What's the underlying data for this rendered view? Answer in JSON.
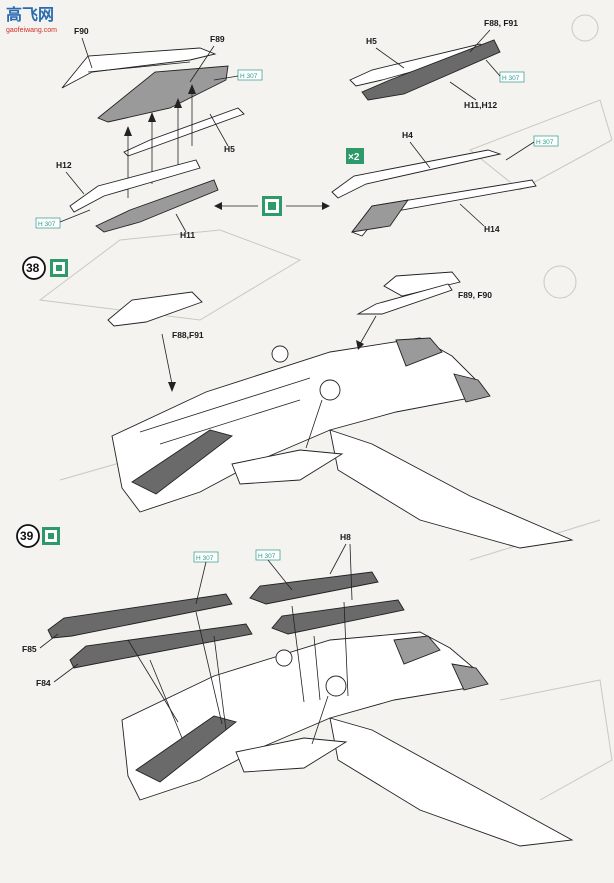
{
  "watermark": {
    "cn": "高飞网",
    "url": "gaofeiwang.com"
  },
  "top": {
    "labels": {
      "f90": "F90",
      "f89": "F89",
      "h5_left": "H5",
      "h12": "H12",
      "h11": "H11",
      "h5_right": "H5",
      "f88_f91": "F88, F91",
      "h11_h12": "H11,H12",
      "h4": "H4",
      "h14": "H14",
      "times": "×2"
    },
    "paint": "H 307"
  },
  "step38": {
    "number": "38",
    "labels": {
      "f88_f91": "F88,F91",
      "f89_f90": "F89, F90"
    }
  },
  "step39": {
    "number": "39",
    "labels": {
      "h8": "H8",
      "f85": "F85",
      "f84": "F84"
    },
    "paint": [
      "H 307",
      "H 307"
    ]
  },
  "colors": {
    "paint_box": "#2a9a8a",
    "swap_icon": "#2e9a6a"
  }
}
